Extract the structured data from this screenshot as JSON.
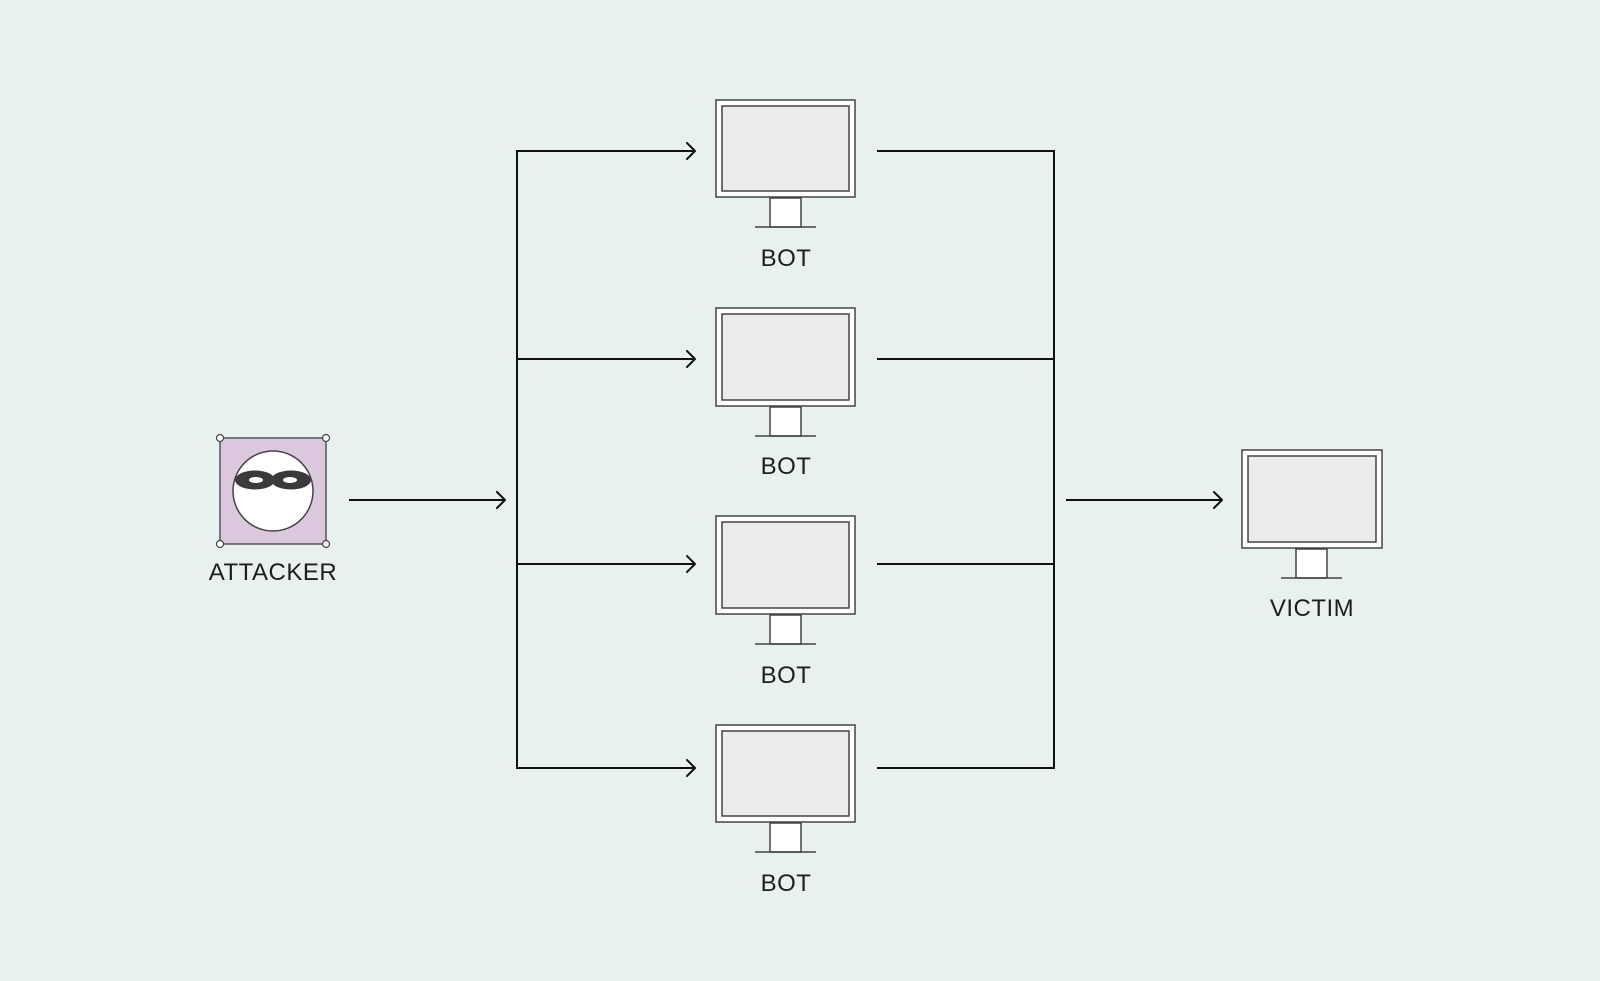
{
  "diagram": {
    "attacker": {
      "label": "ATTACKER",
      "icon": "masked-attacker-icon",
      "fill_color": "#dcc8de"
    },
    "bots": [
      {
        "label": "BOT",
        "icon": "monitor-icon"
      },
      {
        "label": "BOT",
        "icon": "monitor-icon"
      },
      {
        "label": "BOT",
        "icon": "monitor-icon"
      },
      {
        "label": "BOT",
        "icon": "monitor-icon"
      }
    ],
    "victim": {
      "label": "VICTIM",
      "icon": "monitor-icon"
    },
    "colors": {
      "background": "#e8f1ef",
      "line": "#111111",
      "screen": "#ececec",
      "mask": "#3a3a3a"
    }
  }
}
